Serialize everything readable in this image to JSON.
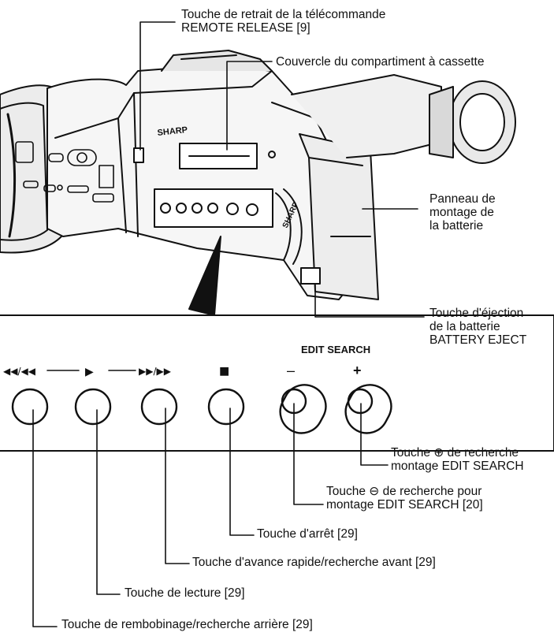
{
  "camera": {
    "brand": "SHARP",
    "side_text": "SHARP"
  },
  "callouts": {
    "remote_release": {
      "line1": "Touche de retrait de la télécommande",
      "line2": "REMOTE RELEASE [9]"
    },
    "cassette_cover": {
      "line1": "Couvercle du compartiment à cassette"
    },
    "battery_panel": {
      "line1": "Panneau de",
      "line2": "montage de",
      "line3": "la batterie"
    },
    "battery_eject": {
      "line1": "Touche d'éjection",
      "line2": "de la batterie",
      "line3": "BATTERY EJECT"
    },
    "edit_search_plus": {
      "line1": "Touche ⊕ de recherche",
      "line2": "montage EDIT SEARCH"
    },
    "edit_search_minus": {
      "line1": "Touche ⊖ de recherche pour",
      "line2": "montage EDIT SEARCH [20]"
    },
    "stop": {
      "line1": "Touche d'arrêt [29]"
    },
    "fast_forward": {
      "line1": "Touche d'avance rapide/recherche avant [29]"
    },
    "play": {
      "line1": "Touche de lecture [29]"
    },
    "rewind": {
      "line1": "Touche de rembobinage/recherche arrière [29]"
    }
  },
  "panel": {
    "edit_search_label": "EDIT SEARCH",
    "minus_symbol": "–",
    "plus_symbol": "+",
    "rewind_symbol": "◀◀/◀◀",
    "play_symbol": "▶",
    "ff_symbol": "▶▶/▶▶",
    "stop_symbol": "■"
  }
}
